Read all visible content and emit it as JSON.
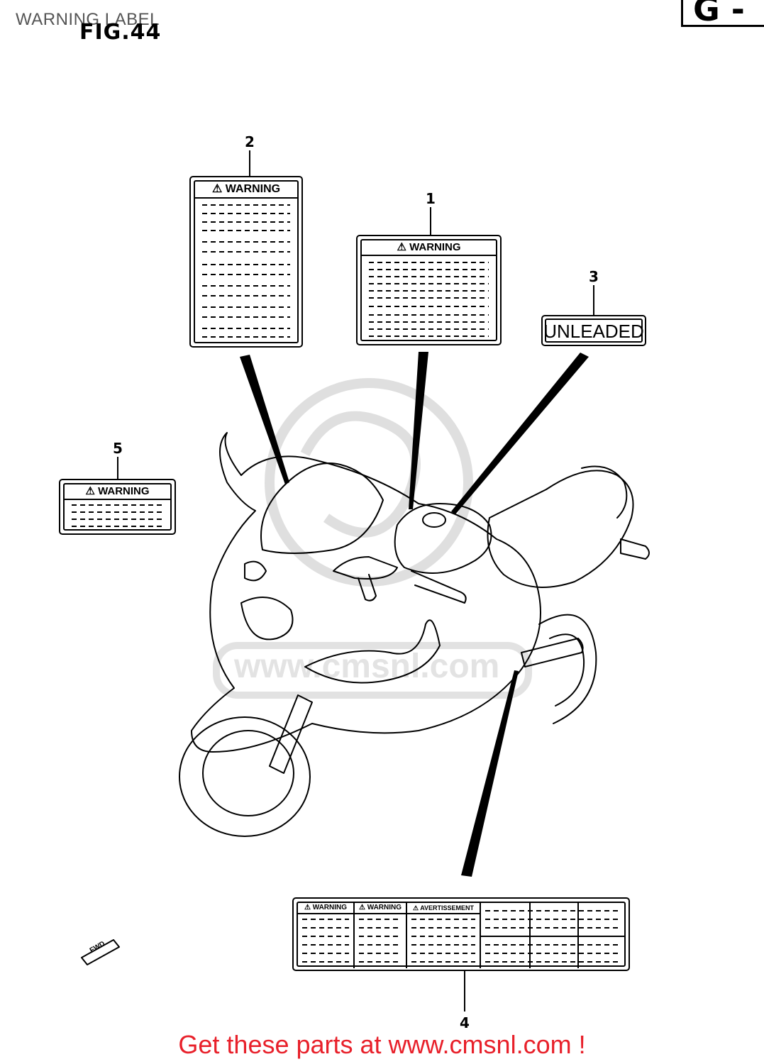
{
  "header": {
    "page_title": "WARNING LABEL",
    "figure": "FIG.44",
    "section_code": "G -"
  },
  "labels": [
    {
      "callout": "1",
      "heading": "WARNING"
    },
    {
      "callout": "2",
      "heading": "WARNING"
    },
    {
      "callout": "3",
      "text": "UNLEADED"
    },
    {
      "callout": "4",
      "headings": [
        "WARNING",
        "WARNING",
        "AVERTISSEMENT"
      ]
    },
    {
      "callout": "5",
      "heading": "WARNING"
    }
  ],
  "direction_marker": "FWD",
  "watermark": "www.cmsnl.com",
  "footer": {
    "text": "Get these parts at www.cmsnl.com !"
  },
  "colors": {
    "footer_text": "#e8202a",
    "line_art": "#000000",
    "watermark": "#d9d9d9"
  }
}
